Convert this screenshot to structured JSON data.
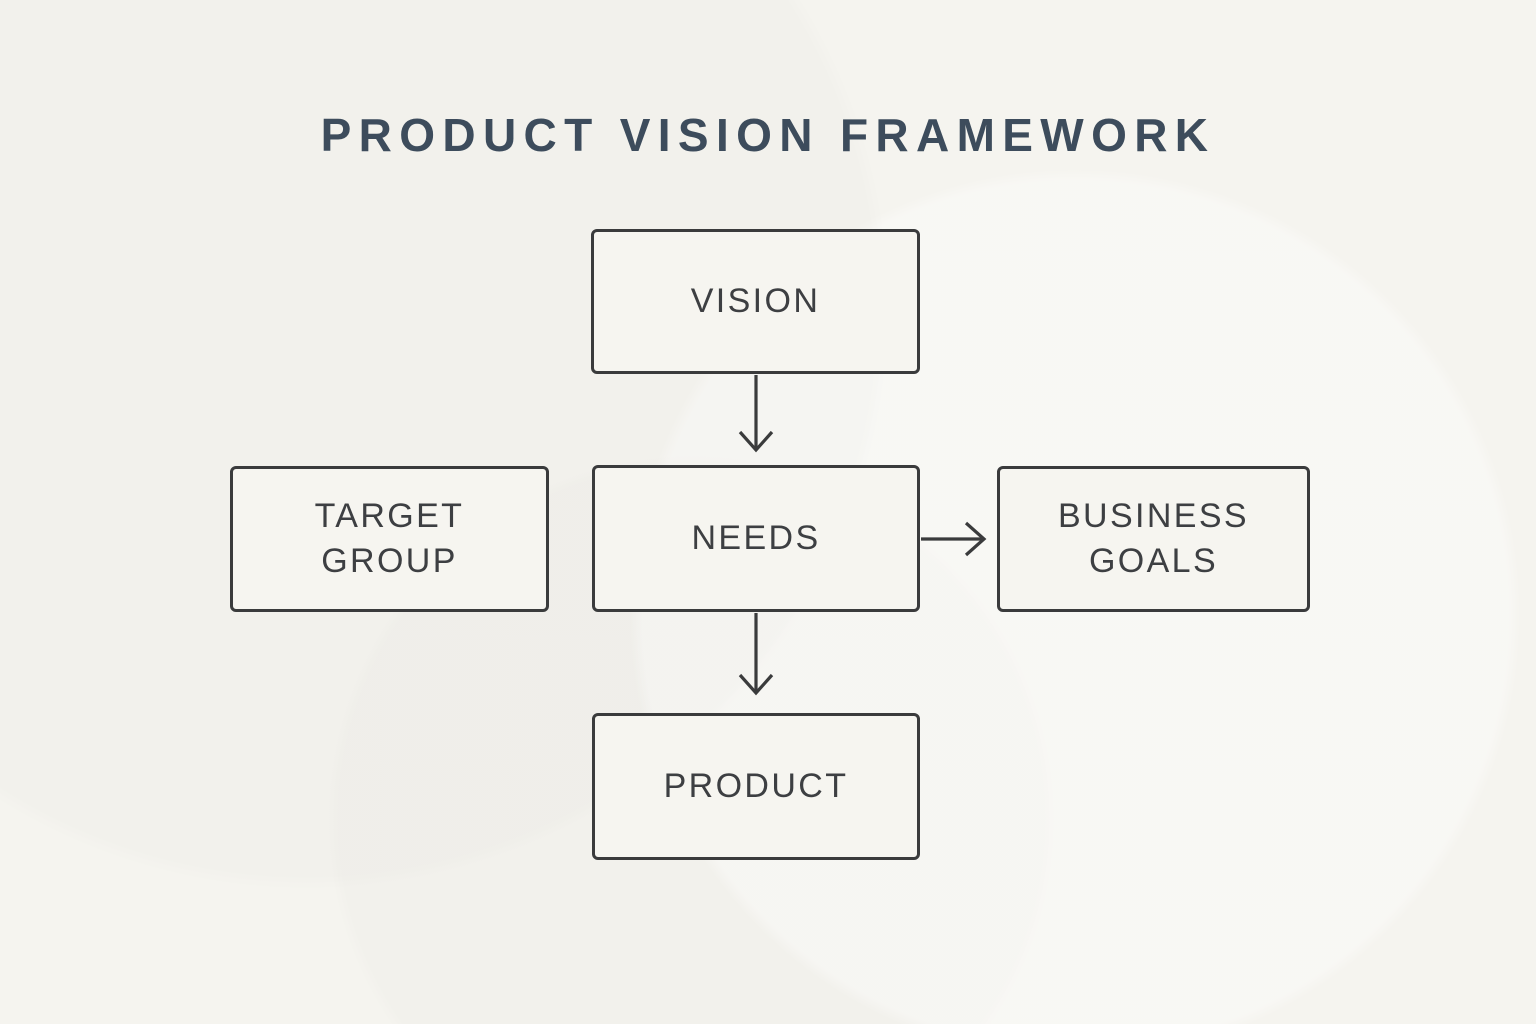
{
  "title": "PRODUCT VISION FRAMEWORK",
  "colors": {
    "background": "#f5f4ef",
    "title_text": "#3d4c5c",
    "box_border": "#3a3b3c",
    "box_text": "#3d3f42",
    "arrow": "#3a3b3c"
  },
  "diagram": {
    "nodes": [
      {
        "id": "vision",
        "label": "VISION"
      },
      {
        "id": "target-group",
        "label": "TARGET\nGROUP"
      },
      {
        "id": "needs",
        "label": "NEEDS"
      },
      {
        "id": "business-goals",
        "label": "BUSINESS\nGOALS"
      },
      {
        "id": "product",
        "label": "PRODUCT"
      }
    ],
    "edges": [
      {
        "from": "vision",
        "to": "needs",
        "direction": "down",
        "style": "open-arrowhead"
      },
      {
        "from": "needs",
        "to": "business-goals",
        "direction": "right",
        "style": "open-arrowhead"
      },
      {
        "from": "needs",
        "to": "product",
        "direction": "down",
        "style": "open-arrowhead"
      }
    ]
  }
}
